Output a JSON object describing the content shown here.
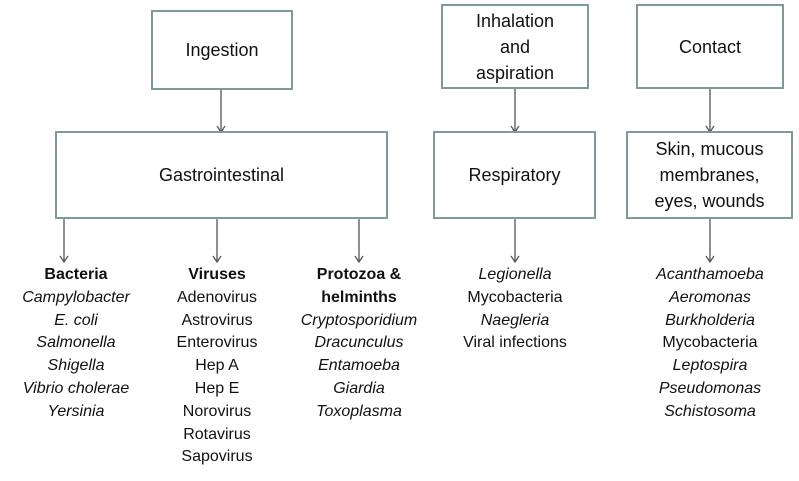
{
  "boxes": {
    "ingestion": {
      "lines": [
        "Ingestion"
      ]
    },
    "gastrointestinal": {
      "lines": [
        "Gastrointestinal"
      ]
    },
    "inhalation": {
      "lines": [
        "Inhalation",
        "and",
        "aspiration"
      ]
    },
    "respiratory": {
      "lines": [
        "Respiratory"
      ]
    },
    "contact": {
      "lines": [
        "Contact"
      ]
    },
    "skin": {
      "lines": [
        "Skin, mucous",
        "membranes,",
        "eyes, wounds"
      ]
    }
  },
  "lists": {
    "bacteria": {
      "heading": [
        "Bacteria"
      ],
      "items": [
        {
          "text": "Campylobacter",
          "italic": true
        },
        {
          "text": "E. coli",
          "italic": true
        },
        {
          "text": "Salmonella",
          "italic": true
        },
        {
          "text": "Shigella",
          "italic": true
        },
        {
          "text": "Vibrio cholerae",
          "italic": true
        },
        {
          "text": "Yersinia",
          "italic": true
        }
      ]
    },
    "viruses": {
      "heading": [
        "Viruses"
      ],
      "items": [
        {
          "text": "Adenovirus",
          "italic": false
        },
        {
          "text": "Astrovirus",
          "italic": false
        },
        {
          "text": "Enterovirus",
          "italic": false
        },
        {
          "text": "Hep A",
          "italic": false
        },
        {
          "text": "Hep E",
          "italic": false
        },
        {
          "text": "Norovirus",
          "italic": false
        },
        {
          "text": "Rotavirus",
          "italic": false
        },
        {
          "text": "Sapovirus",
          "italic": false
        }
      ]
    },
    "protozoa": {
      "heading": [
        "Protozoa &",
        "helminths"
      ],
      "items": [
        {
          "text": "Cryptosporidium",
          "italic": true
        },
        {
          "text": "Dracunculus",
          "italic": true
        },
        {
          "text": "Entamoeba",
          "italic": true
        },
        {
          "text": "Giardia",
          "italic": true
        },
        {
          "text": "Toxoplasma",
          "italic": true
        }
      ]
    },
    "respiratory": {
      "heading": [],
      "items": [
        {
          "text": "Legionella",
          "italic": true
        },
        {
          "text": "Mycobacteria",
          "italic": false
        },
        {
          "text": "Naegleria",
          "italic": true
        },
        {
          "text": "Viral infections",
          "italic": false
        }
      ]
    },
    "contact": {
      "heading": [],
      "items": [
        {
          "text": "Acanthamoeba",
          "italic": true
        },
        {
          "text": "Aeromonas",
          "italic": true
        },
        {
          "text": "Burkholderia",
          "italic": true
        },
        {
          "text": "Mycobacteria",
          "italic": false
        },
        {
          "text": "Leptospira",
          "italic": true
        },
        {
          "text": "Pseudomonas",
          "italic": true
        },
        {
          "text": "Schistosoma",
          "italic": true
        }
      ]
    }
  },
  "colors": {
    "box_border": "#7f9a9a",
    "arrow": "#555555",
    "text": "#111111"
  }
}
